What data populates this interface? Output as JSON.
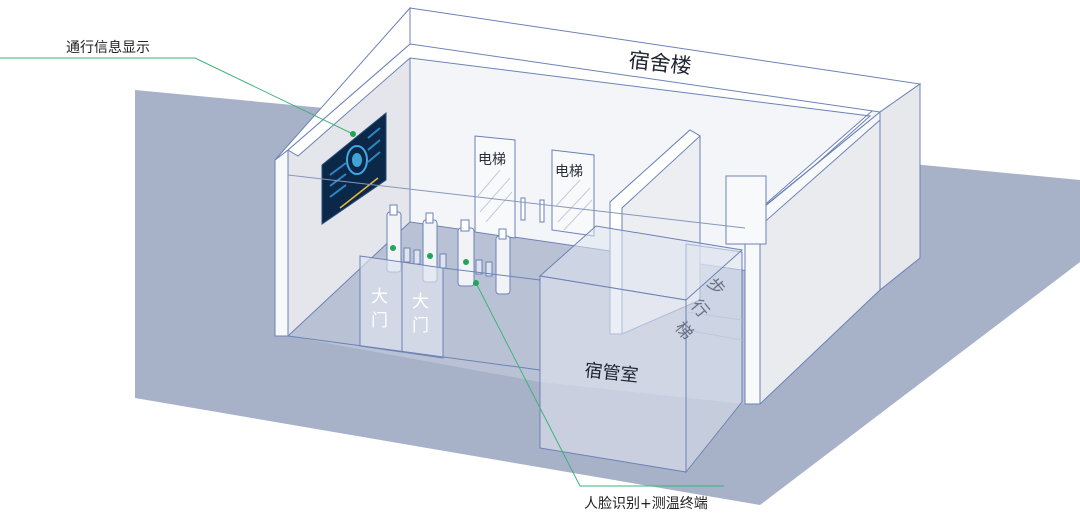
{
  "building": {
    "title": "宿舍楼"
  },
  "callouts": {
    "display": "通行信息显示",
    "terminal": "人脸识别+测温终端"
  },
  "rooms": {
    "elevator_1": "电梯",
    "elevator_2": "电梯",
    "gate_1": [
      "大",
      "门"
    ],
    "gate_2": [
      "大",
      "门"
    ],
    "stairs": [
      "步",
      "行",
      "梯"
    ],
    "manager_room": "宿管室"
  },
  "colors": {
    "floor": "#a7b2c8",
    "wall_line": "#6c82b6",
    "wall_fill": "#f4f5f8",
    "glass_fill": "#dfe3ee",
    "callout_line": "#3db37a",
    "dot": "#21a55a",
    "screen": "#0c2848"
  }
}
